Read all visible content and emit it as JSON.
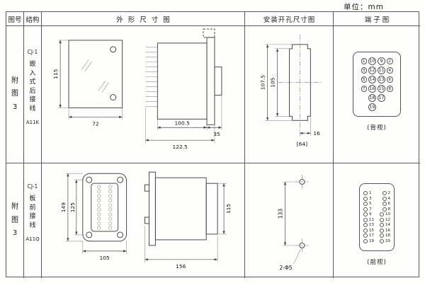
{
  "unit_label": "单位：mm",
  "headers": {
    "fig_no": "图号",
    "structure": "结构",
    "outline": "外形尺寸图",
    "mounting": "安装开孔尺寸图",
    "terminal": "端子图"
  },
  "rows": [
    {
      "fig_no": [
        "附",
        "图",
        "3"
      ],
      "structure": {
        "model": "CJ-1",
        "desc": [
          "嵌",
          "入",
          "式",
          "后",
          "接",
          "线"
        ],
        "code": "A11K"
      },
      "outline": {
        "dim_height": "115",
        "dim_width": "72",
        "dim_body": "100.5",
        "dim_total": "122.5",
        "dim_rear": "35"
      },
      "mounting": {
        "dim_outer": "107.5",
        "dim_inner": "105",
        "dim_offset": "16",
        "dim_bracket": "[64]"
      },
      "terminal": {
        "view_label": "(背视)",
        "grid": [
          [
            "1",
            "10",
            "9",
            "2"
          ],
          [
            "3",
            "12",
            "11",
            "4"
          ],
          [
            "5",
            "14",
            "13",
            "6"
          ],
          [
            "7",
            "16",
            "15",
            "8"
          ],
          [
            "",
            "18",
            "17",
            ""
          ],
          [
            "",
            "19",
            "",
            ""
          ]
        ]
      }
    },
    {
      "fig_no": [
        "附",
        "图",
        "3"
      ],
      "structure": {
        "model": "CJ-1",
        "desc": [
          "板",
          "前",
          "接",
          "线"
        ],
        "code": "A11Q"
      },
      "outline": {
        "dim_h_outer": "149",
        "dim_h_inner": "125",
        "dim_w_front": "105",
        "dim_w_side": "156",
        "dim_h_side": "115"
      },
      "mounting": {
        "dim_span": "133",
        "hole_label": "2-Φ5"
      },
      "terminal": {
        "view_label": "(前视)",
        "pairs": [
          [
            "1",
            "2"
          ],
          [
            "3",
            "4"
          ],
          [
            "5",
            "6"
          ],
          [
            "7",
            "8"
          ],
          [
            "9",
            "10"
          ],
          [
            "11",
            "12"
          ],
          [
            "13",
            "14"
          ],
          [
            "15",
            "16"
          ],
          [
            "17",
            "18"
          ],
          [
            "19",
            "20"
          ]
        ]
      }
    }
  ]
}
